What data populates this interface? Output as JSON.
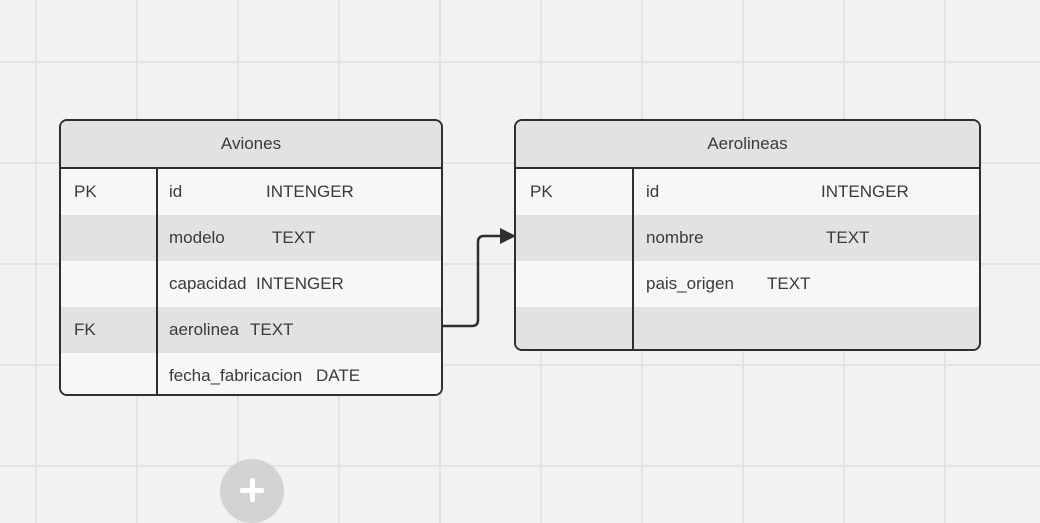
{
  "tables": {
    "aviones": {
      "title": "Aviones",
      "rows": [
        {
          "key": "PK",
          "name": "id",
          "type": "INTENGER"
        },
        {
          "key": "",
          "name": "modelo",
          "type": "TEXT"
        },
        {
          "key": "",
          "name": "capacidad",
          "type": "INTENGER"
        },
        {
          "key": "FK",
          "name": "aerolinea",
          "type": "TEXT"
        },
        {
          "key": "",
          "name": "fecha_fabricacion",
          "type": "DATE"
        }
      ]
    },
    "aerolineas": {
      "title": "Aerolineas",
      "rows": [
        {
          "key": "PK",
          "name": "id",
          "type": "INTENGER"
        },
        {
          "key": "",
          "name": "nombre",
          "type": "TEXT"
        },
        {
          "key": "",
          "name": "pais_origen",
          "type": "TEXT"
        },
        {
          "key": "",
          "name": "",
          "type": ""
        }
      ]
    }
  },
  "relationship": {
    "from": "aviones.aerolinea",
    "to": "aerolineas"
  },
  "colors": {
    "canvas": "#f2f2f2",
    "grid": "#e3e3e3",
    "border": "#2f2f2f",
    "header": "#e2e2e2",
    "row_light": "#f7f7f7",
    "row_dark": "#e2e2e2",
    "add_button": "#d3d3d3"
  },
  "icons": {
    "add": "plus-icon"
  }
}
